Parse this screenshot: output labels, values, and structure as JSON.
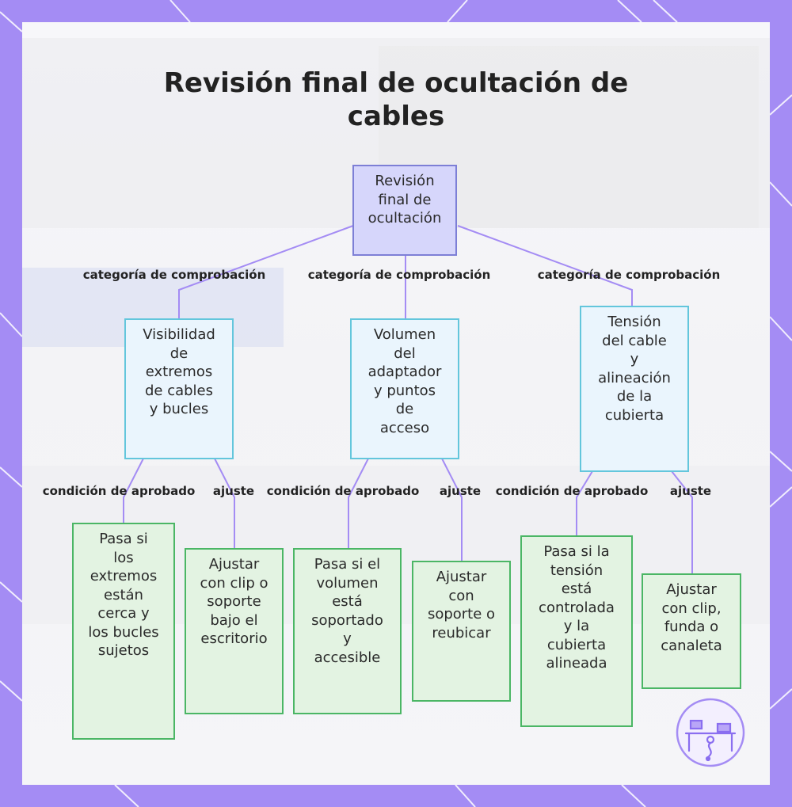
{
  "title_lines": [
    "Revisión final de ocultación de",
    "cables"
  ],
  "colors": {
    "frame": "#a48cf4",
    "root_fill": "#d6d6fb",
    "root_border": "#7d7fd6",
    "category_fill": "#eaf5fd",
    "category_border": "#63c6dc",
    "leaf_fill": "#e3f3e2",
    "leaf_border": "#4bb665",
    "edge": "#a48cf4"
  },
  "root": {
    "text": "Revisión\nfinal de\nocultación"
  },
  "categories": [
    {
      "text": "Visibilidad\nde\nextremos\nde cables\ny bucles",
      "edge_label": "categoría de comprobación"
    },
    {
      "text": "Volumen\ndel\nadaptador\ny puntos\nde\nacceso",
      "edge_label": "categoría de comprobación"
    },
    {
      "text": "Tensión\ndel cable\ny\nalineación\nde la\ncubierta",
      "edge_label": "categoría de comprobación"
    }
  ],
  "leaves": [
    {
      "text": "Pasa si\nlos\nextremos\nestán\ncerca y\nlos bucles\nsujetos",
      "edge_label": "condición de aprobado"
    },
    {
      "text": "Ajustar\ncon clip o\nsoporte\nbajo el\nescritorio",
      "edge_label": "ajuste"
    },
    {
      "text": "Pasa si el\nvolumen\nestá\nsoportado\ny\naccesible",
      "edge_label": "condición de aprobado"
    },
    {
      "text": "Ajustar\ncon\nsoporte o\nreubicar",
      "edge_label": "ajuste"
    },
    {
      "text": "Pasa si la\ntensión\nestá\ncontrolada\ny la\ncubierta\nalineada",
      "edge_label": "condición de aprobado"
    },
    {
      "text": "Ajustar\ncon clip,\nfunda o\ncanaleta",
      "edge_label": "ajuste"
    }
  ]
}
